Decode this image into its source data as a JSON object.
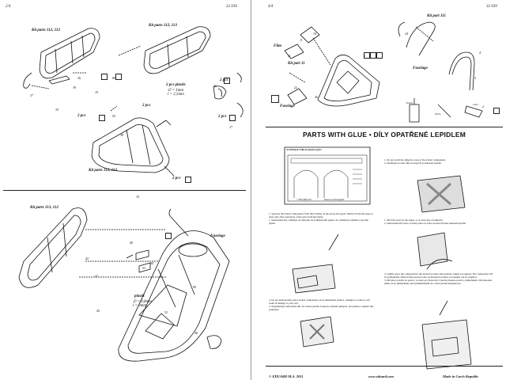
{
  "left_page": {
    "number": "2/4",
    "code": "32 039",
    "labels": {
      "kit_parts_1": "Kit parts  112, 113",
      "kit_parts_2": "Kit parts  112, 113",
      "kit_parts_3": "Kit parts  112, 113",
      "kit_parts_4": "Kit parts  113, 112",
      "plastic_a": "2 pcs plastic",
      "plastic_a2": "∅ = 1mm",
      "plastic_a3": "l = 2,5mm",
      "pcs_2a": "2 pcs",
      "pcs_2b": "2 pcs",
      "pcs_2c": "2 pcs",
      "pcs_2d": "2 pcs",
      "pcs_2e": "2 pcs",
      "fuselage": "Fuselage",
      "plastic_b": "plastic",
      "plastic_b2": "∅ = 0,8mm",
      "plastic_b3": "l = 3mm"
    }
  },
  "right_page": {
    "number": "4/4",
    "code": "32 039",
    "labels": {
      "film": "Film",
      "kit_part_11": "Kit part 11",
      "kit_part_111": "Kit part 111",
      "fuselage_a": "Fuselage",
      "fuselage_b": "Fuselage",
      "paint": "Paint",
      "glue": "Glue",
      "parts": "Parts"
    },
    "banner": "PARTS WITH GLUE  •  DÍLY OPATŘENÉ LEPIDLEM",
    "fret_caption": "32 039  Bark 5 Mk.Ia interior  part1",
    "fret_brand": "© EDUARD 2011",
    "fret_made": "Made in Czech Republic",
    "steps": {
      "s1_en": "1. Separate the etched components from their frames on the protective paper. Remove from the paper is done only after separation of the parts from the frame.",
      "s1_cz": "1. Samostatné díly oddělujte od rámečku na podkladovém papíru. Po oddělení je sejměte z krycího papíru.",
      "s2_en": "1. Do not touch the adhesive areas of the etched components.",
      "s2_cz": "2. Nesahejte na části dílů, na kterých je nanesené lepidlo.",
      "s3_en": "1. Hold the parts by the edges, or at areas free of adhesive.",
      "s3_cz": "2. Samostatné díly berte za hrany nebo za části, na kterých není nanesené lepidlo.",
      "s4_en": "2. Do not inadvertently place etched components on an unintended surface. Attempts to remove will result in damage to your part.",
      "s4_cz": "2. Nepokládejte samostatné díly na volnou plochu. Pokud je omylem přilepíte, při pokusu o sejmutí díly poškodíte.",
      "s5_en": "3. Lightly place the component in the desired location and position. Adjust as required. The component will be permanently affixed when pressed onto its intended location, no brushes can be adjusted.",
      "s5_cz": "3. Díl lehce položte do pozice, ve které jej chcete mít. Upravte přesnou pozici a přimáčkněte. Díl dokonale přilne až po přimáčknutí, před přimáčknutím lze s ním opatrně manipulovat."
    },
    "footer_copy": "© EDUARD  M.A. 2011",
    "footer_url": "www.eduard.com",
    "footer_made": "Made in Czech Republic"
  },
  "part_numbers": [
    "37",
    "35",
    "36",
    "39",
    "19",
    "43",
    "88",
    "49",
    "17",
    "38",
    "19",
    "42",
    "21",
    "45",
    "40",
    "53",
    "90",
    "48",
    "44",
    "32",
    "8",
    "10",
    "11",
    "22",
    "26",
    "24",
    "4",
    "5",
    "6",
    "2"
  ],
  "icons": [
    "bend-icon",
    "check-icon",
    "paint-icon",
    "magnifier-icon",
    "cross-icon",
    "glue-icon"
  ]
}
